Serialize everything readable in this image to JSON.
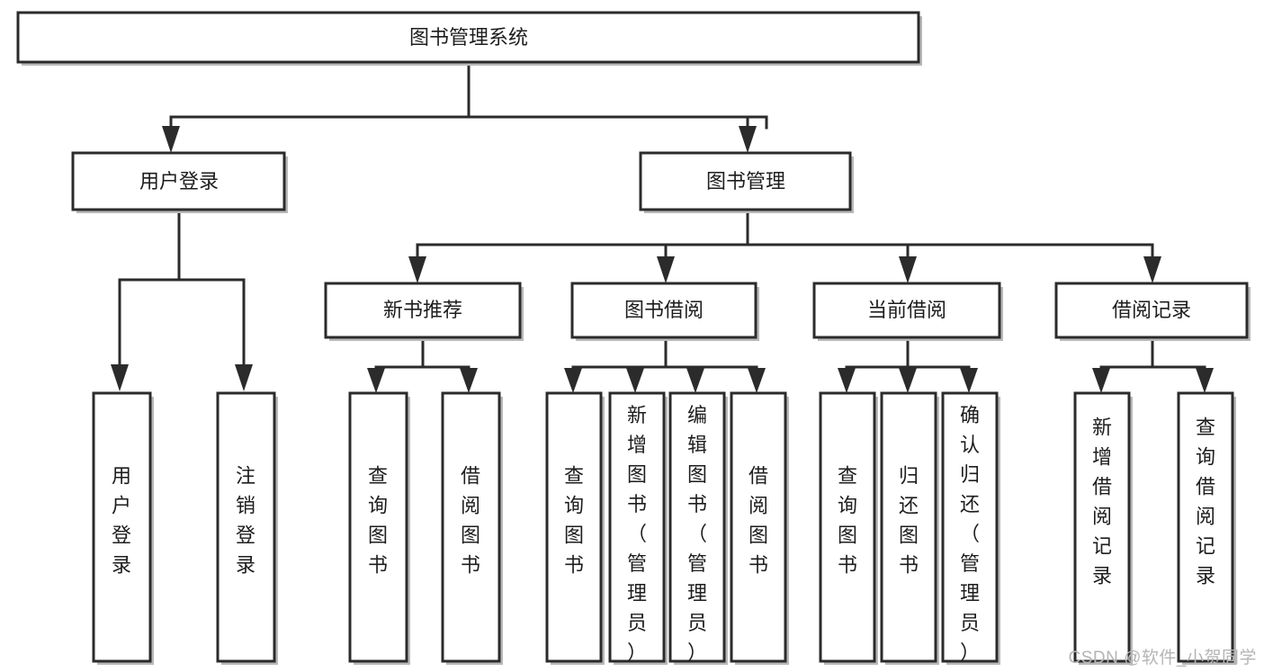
{
  "diagram": {
    "title": "图书管理系统",
    "type": "tree-hierarchy",
    "watermark": "CSDN @软件_小贺同学",
    "colors": {
      "stroke": "#2b2b2b",
      "fill": "#ffffff",
      "shadow": "#b9b9b9",
      "text": "#1d1d1d",
      "watermark": "#b5b5b5"
    },
    "root": {
      "label": "图书管理系统"
    },
    "level2": [
      {
        "label": "用户登录"
      },
      {
        "label": "图书管理"
      }
    ],
    "level3": [
      {
        "label": "新书推荐"
      },
      {
        "label": "图书借阅"
      },
      {
        "label": "当前借阅"
      },
      {
        "label": "借阅记录"
      }
    ],
    "leaves": {
      "user_login": [
        {
          "label": "用户登录"
        },
        {
          "label": "注销登录"
        }
      ],
      "new_book": [
        {
          "label": "查询图书"
        },
        {
          "label": "借阅图书"
        }
      ],
      "book_borrow": [
        {
          "label": "查询图书"
        },
        {
          "label": "新增图书（管理员）"
        },
        {
          "label": "编辑图书（管理员）"
        },
        {
          "label": "借阅图书"
        }
      ],
      "current_borrow": [
        {
          "label": "查询图书"
        },
        {
          "label": "归还图书"
        },
        {
          "label": "确认归还（管理员）"
        }
      ],
      "borrow_record": [
        {
          "label": "新增借阅记录"
        },
        {
          "label": "查询借阅记录"
        }
      ]
    }
  }
}
